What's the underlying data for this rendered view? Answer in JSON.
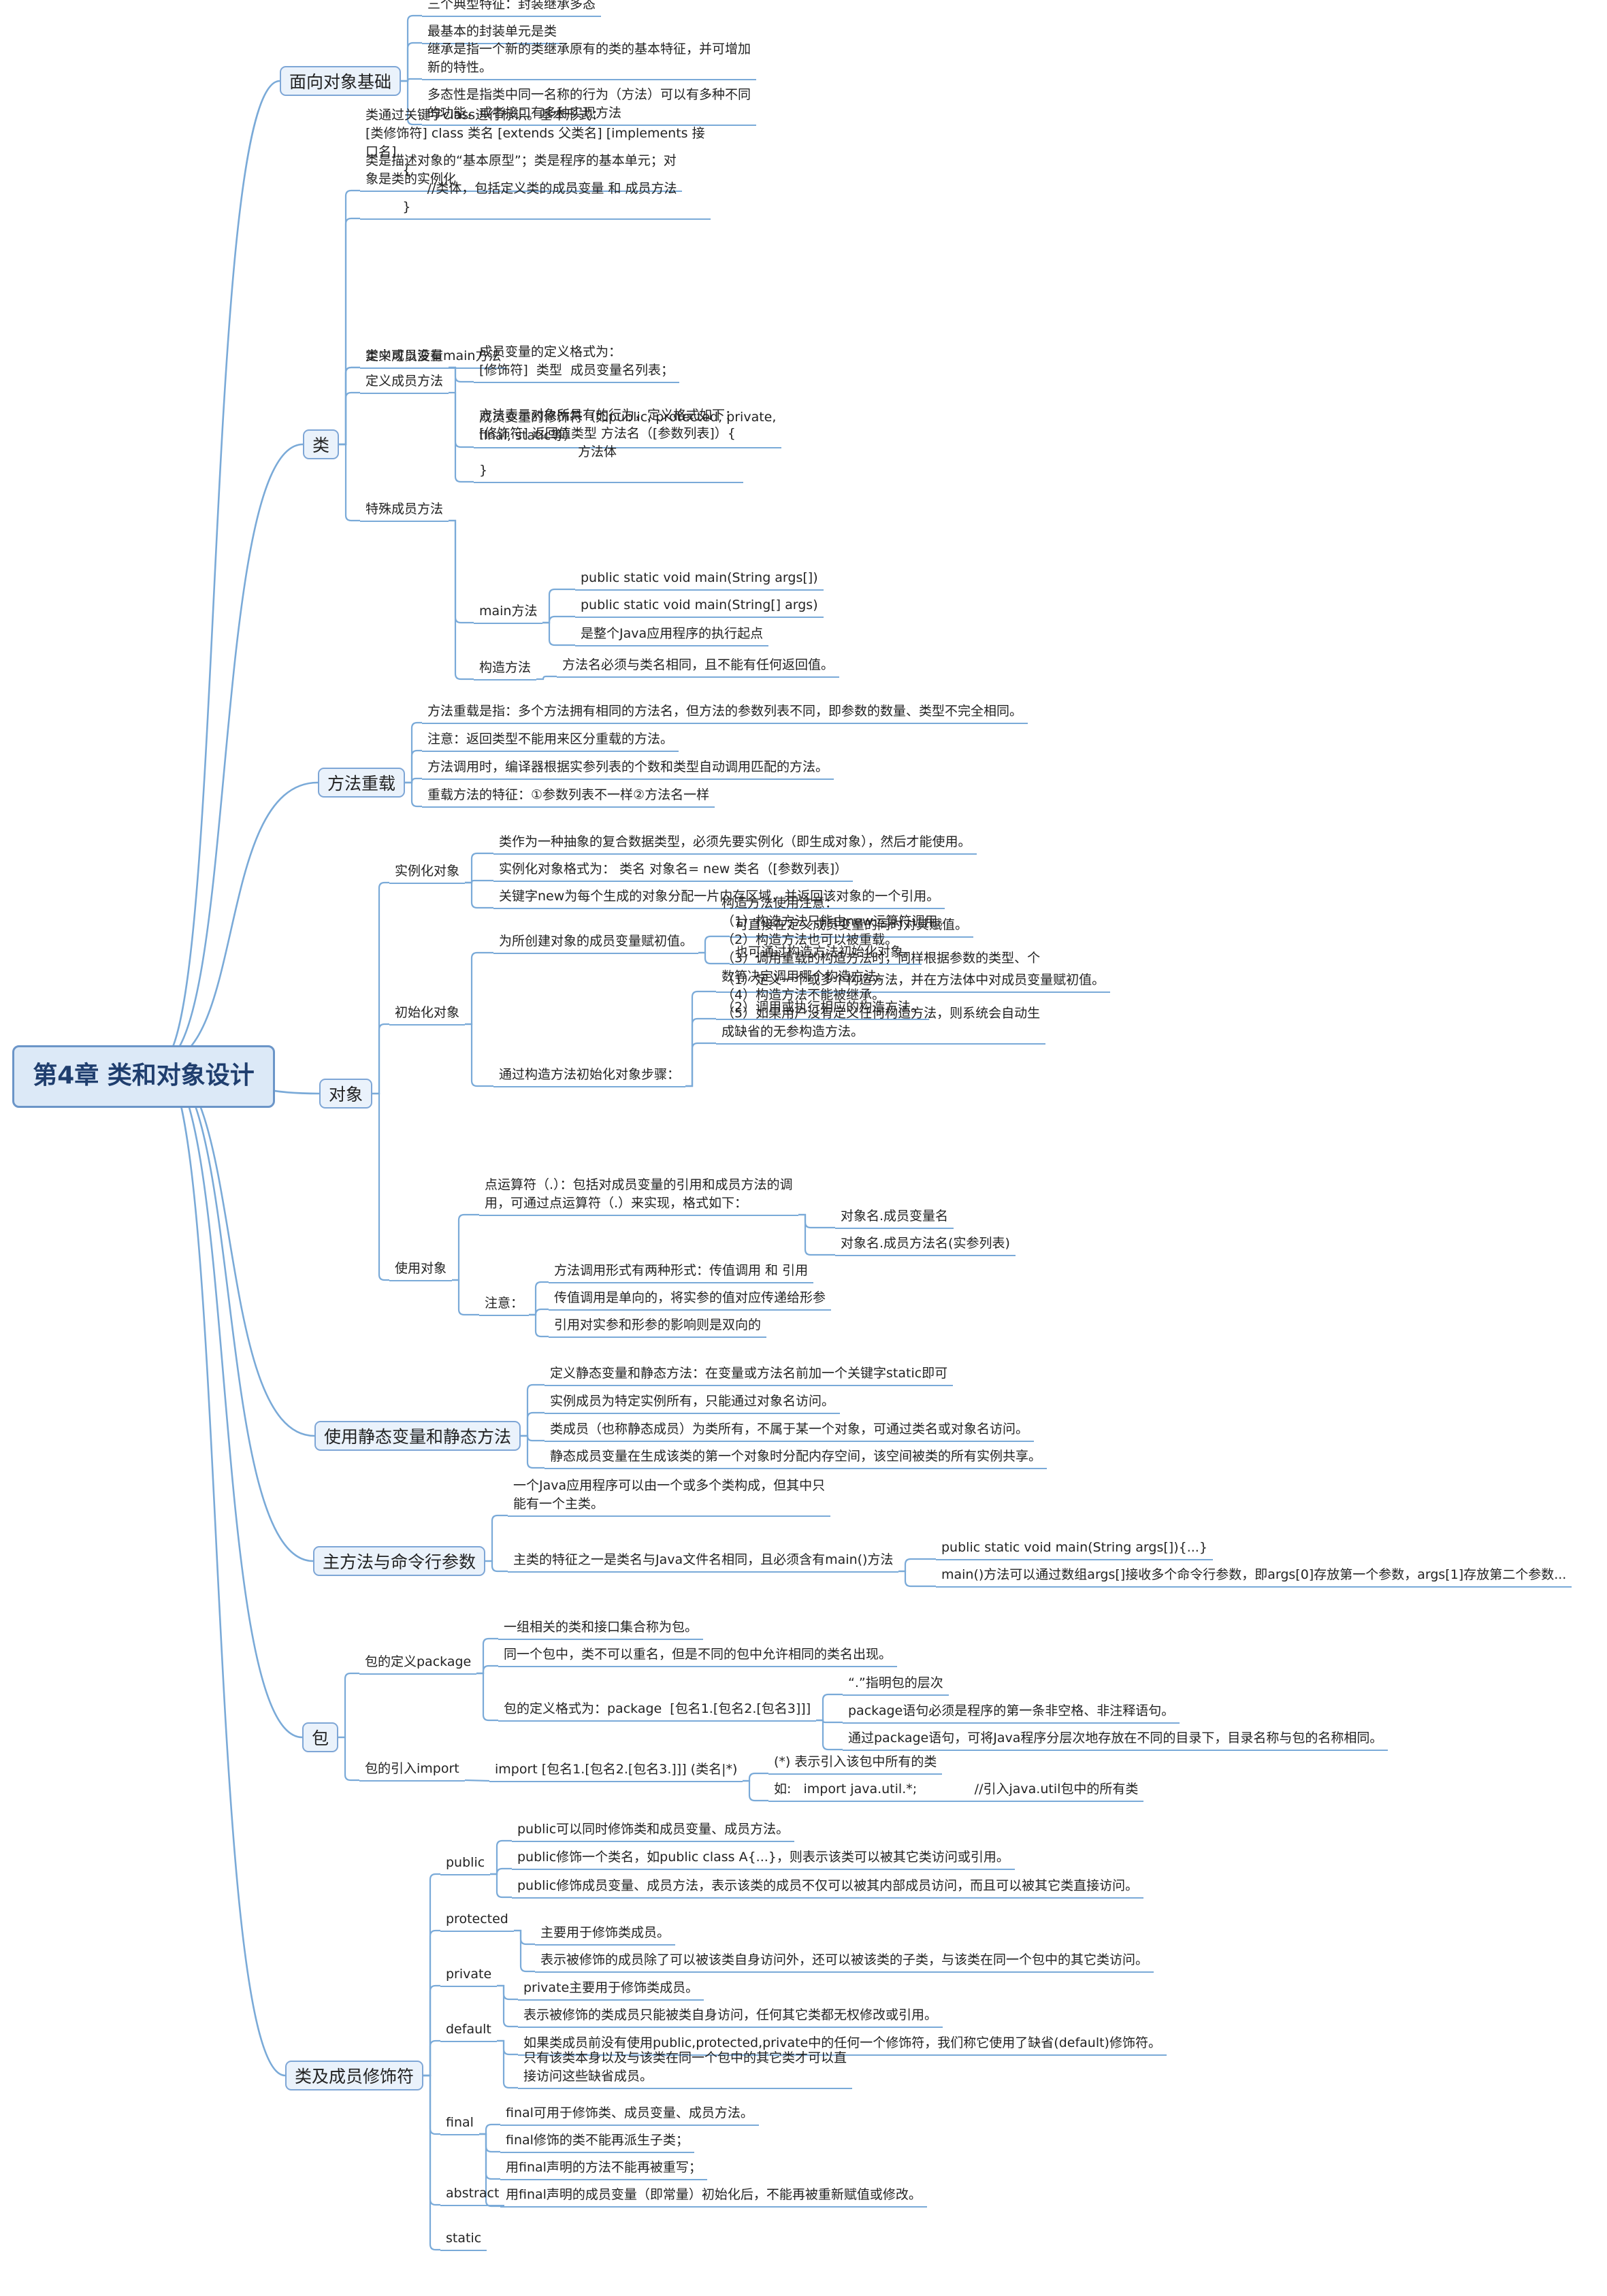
{
  "root": "第4章 类和对象设计",
  "colors": {
    "line": "#7aaad8",
    "topic_border": "#7ea6d6",
    "topic_fill": "#eaf2fb",
    "root_fill": "#dce9f7",
    "root_text": "#1f3e6e"
  },
  "branches": [
    {
      "label": "面向对象基础",
      "children": [
        {
          "label": "三个典型特征：封装继承多态"
        },
        {
          "label": "最基本的封装单元是类"
        },
        {
          "label": "继承是指一个新的类继承原有的类的基本特征，并可增加\n新的特性。"
        },
        {
          "label": "多态性是指类中同一名称的行为（方法）可以有多种不同\n的功能，或者接口有多种实现方法"
        }
      ]
    },
    {
      "label": "类",
      "children": [
        {
          "label": "类是描述对象的“基本原型”；类是程序的基本单元；对\n象是类的实例化"
        },
        {
          "label": "类通过关键字class进行标识。基本形式：\n[类修饰符] class 类名 [extends 父类名] [implements 接\n口名]\n         {\n               //类体，包括定义类的成员变量 和 成员方法\n         }"
        },
        {
          "label": "类中可以没有main方法"
        },
        {
          "label": "定义成员变量",
          "children": [
            {
              "label": "成员变量的定义格式为：\n[修饰符]  类型  成员变量名列表；"
            },
            {
              "label": "成员变量的修饰符（如public, protected, private,\nfinal, static等）"
            }
          ]
        },
        {
          "label": "定义成员方法",
          "children": [
            {
              "label": "方法表示对象所具有的行为，定义格式如下：\n[修饰符] 返回值类型 方法名（[参数列表]）{\n                        方法体\n}"
            }
          ]
        },
        {
          "label": "特殊成员方法",
          "children": [
            {
              "label": "main方法",
              "children": [
                {
                  "label": "public static void main(String args[])"
                },
                {
                  "label": "public static void main(String[] args)"
                },
                {
                  "label": "是整个Java应用程序的执行起点"
                }
              ]
            },
            {
              "label": "构造方法",
              "children": [
                {
                  "label": "方法名必须与类名相同，且不能有任何返回值。"
                }
              ]
            }
          ]
        }
      ]
    },
    {
      "label": "方法重载",
      "children": [
        {
          "label": "方法重载是指：多个方法拥有相同的方法名，但方法的参数列表不同，即参数的数量、类型不完全相同。"
        },
        {
          "label": "注意：返回类型不能用来区分重载的方法。"
        },
        {
          "label": "方法调用时，编译器根据实参列表的个数和类型自动调用匹配的方法。"
        },
        {
          "label": "重载方法的特征：①参数列表不一样②方法名一样"
        }
      ]
    },
    {
      "label": "对象",
      "children": [
        {
          "label": "实例化对象",
          "children": [
            {
              "label": "类作为一种抽象的复合数据类型，必须先要实例化（即生成对象），然后才能使用。"
            },
            {
              "label": "实例化对象格式为： 类名 对象名= new 类名（[参数列表]）"
            },
            {
              "label": "关键字new为每个生成的对象分配一片内存区域，并返回该对象的一个引用。"
            }
          ]
        },
        {
          "label": "初始化对象",
          "children": [
            {
              "label": "为所创建对象的成员变量赋初值。",
              "children": [
                {
                  "label": "可直接在定义成员变量的同时对其赋值。"
                },
                {
                  "label": "也可通过构造方法初始化对象。"
                }
              ]
            },
            {
              "label": "通过构造方法初始化对象步骤：",
              "children": [
                {
                  "label": "（1）定义一个或多个构造方法，并在方法体中对成员变量赋初值。"
                },
                {
                  "label": "（2）调用或执行相应的构造方法。"
                },
                {
                  "label": "构造方法使用注意：\n（1）构造方法只能由new运算符调用。\n（2）构造方法也可以被重载。\n（3）调用重载的构造方法时，同样根据参数的类型、个\n数等决定调用哪个构造方法。\n（4）构造方法不能被继承。\n（5）如果用户没有定义任何构造方法，则系统会自动生\n成缺省的无参构造方法。"
                }
              ]
            }
          ]
        },
        {
          "label": "使用对象",
          "children": [
            {
              "label": "点运算符（.）：包括对成员变量的引用和成员方法的调\n用，可通过点运算符（.）来实现，格式如下：",
              "children": [
                {
                  "label": "对象名.成员变量名"
                },
                {
                  "label": "对象名.成员方法名(实参列表)"
                }
              ]
            },
            {
              "label": "注意：",
              "children": [
                {
                  "label": "方法调用形式有两种形式：传值调用 和 引用"
                },
                {
                  "label": "传值调用是单向的，将实参的值对应传递给形参"
                },
                {
                  "label": "引用对实参和形参的影响则是双向的"
                }
              ]
            }
          ]
        }
      ]
    },
    {
      "label": "使用静态变量和静态方法",
      "children": [
        {
          "label": "定义静态变量和静态方法：在变量或方法名前加一个关键字static即可"
        },
        {
          "label": "实例成员为特定实例所有，只能通过对象名访问。"
        },
        {
          "label": "类成员（也称静态成员）为类所有，不属于某一个对象，可通过类名或对象名访问。"
        },
        {
          "label": "静态成员变量在生成该类的第一个对象时分配内存空间，该空间被类的所有实例共享。"
        }
      ]
    },
    {
      "label": "主方法与命令行参数",
      "children": [
        {
          "label": "一个Java应用程序可以由一个或多个类构成，但其中只\n能有一个主类。"
        },
        {
          "label": "主类的特征之一是类名与Java文件名相同，且必须含有main()方法",
          "children": [
            {
              "label": "public static void main(String args[]){...}"
            },
            {
              "label": "main()方法可以通过数组args[]接收多个命令行参数，即args[0]存放第一个参数，args[1]存放第二个参数..."
            }
          ]
        }
      ]
    },
    {
      "label": "包",
      "children": [
        {
          "label": "包的定义package",
          "children": [
            {
              "label": "一组相关的类和接口集合称为包。"
            },
            {
              "label": "同一个包中，类不可以重名，但是不同的包中允许相同的类名出现。"
            },
            {
              "label": "包的定义格式为：package  [包名1.[包名2.[包名3]]]",
              "children": [
                {
                  "label": "“.”指明包的层次"
                },
                {
                  "label": "package语句必须是程序的第一条非空格、非注释语句。"
                },
                {
                  "label": "通过package语句，可将Java程序分层次地存放在不同的目录下，目录名称与包的名称相同。"
                }
              ]
            }
          ]
        },
        {
          "label": "包的引入import",
          "children": [
            {
              "label": "import [包名1.[包名2.[包名3.]]] (类名|*)",
              "children": [
                {
                  "label": "(*) 表示引入该包中所有的类"
                },
                {
                  "label": "如:   import java.util.*;              //引入java.util包中的所有类"
                }
              ]
            }
          ]
        }
      ]
    },
    {
      "label": "类及成员修饰符",
      "children": [
        {
          "label": "public",
          "children": [
            {
              "label": "public可以同时修饰类和成员变量、成员方法。"
            },
            {
              "label": "public修饰一个类名，如public class A{...}，则表示该类可以被其它类访问或引用。"
            },
            {
              "label": "public修饰成员变量、成员方法，表示该类的成员不仅可以被其内部成员访问，而且可以被其它类直接访问。"
            }
          ]
        },
        {
          "label": "protected",
          "children": [
            {
              "label": "主要用于修饰类成员。"
            },
            {
              "label": "表示被修饰的成员除了可以被该类自身访问外，还可以被该类的子类，与该类在同一个包中的其它类访问。"
            }
          ]
        },
        {
          "label": "private",
          "children": [
            {
              "label": "private主要用于修饰类成员。"
            },
            {
              "label": "表示被修饰的类成员只能被类自身访问，任何其它类都无权修改或引用。"
            }
          ]
        },
        {
          "label": "default",
          "children": [
            {
              "label": "如果类成员前没有使用public,protected,private中的任何一个修饰符，我们称它使用了缺省(default)修饰符。"
            },
            {
              "label": "只有该类本身以及与该类在同一个包中的其它类才可以直\n接访问这些缺省成员。"
            }
          ]
        },
        {
          "label": "final",
          "children": [
            {
              "label": "final可用于修饰类、成员变量、成员方法。"
            },
            {
              "label": "final修饰的类不能再派生子类；"
            },
            {
              "label": "用final声明的方法不能再被重写；"
            },
            {
              "label": "用final声明的成员变量（即常量）初始化后，不能再被重新赋值或修改。"
            }
          ]
        },
        {
          "label": "abstract"
        },
        {
          "label": "static"
        }
      ]
    }
  ]
}
